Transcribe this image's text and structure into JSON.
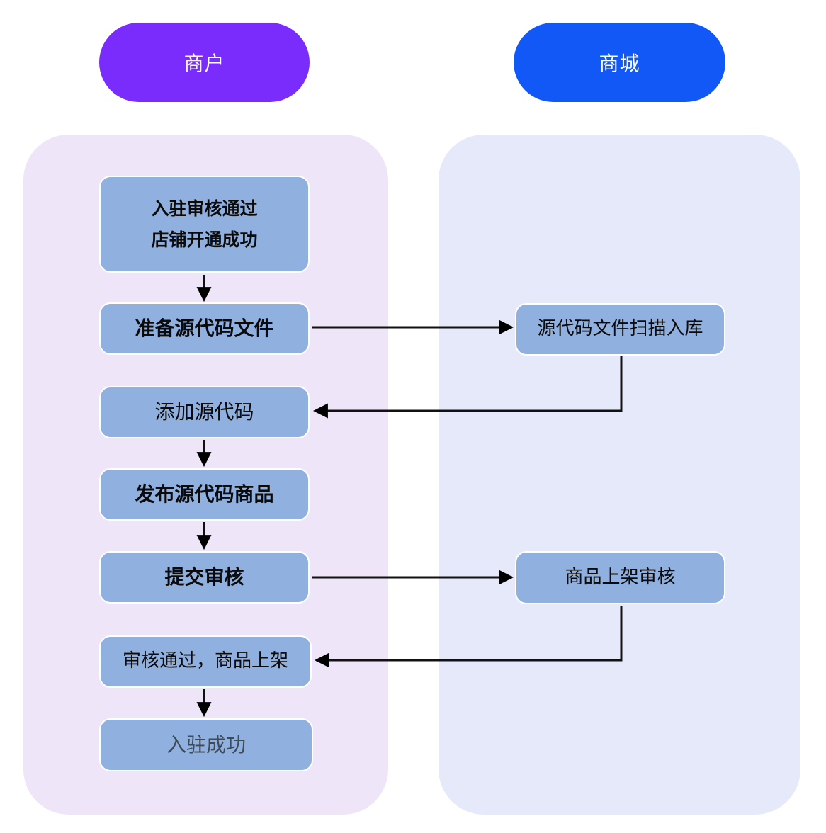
{
  "diagram": {
    "lanes": {
      "merchant": {
        "header": "商户",
        "header_color": "#7a2cfc",
        "bg_color": "#eee6f8"
      },
      "mall": {
        "header": "商城",
        "header_color": "#1158f7",
        "bg_color": "#e6e9f9"
      }
    },
    "node_fill": "#90b0e0",
    "arrow_color": "#111111",
    "merchant_steps": {
      "step1_line1": "入驻审核通过",
      "step1_line2": "店铺开通成功",
      "step2": "准备源代码文件",
      "step3": "添加源代码",
      "step4": "发布源代码商品",
      "step5": "提交审核",
      "step6": "审核通过，商品上架",
      "step7": "入驻成功"
    },
    "mall_steps": {
      "scan": "源代码文件扫描入库",
      "review": "商品上架审核"
    }
  }
}
